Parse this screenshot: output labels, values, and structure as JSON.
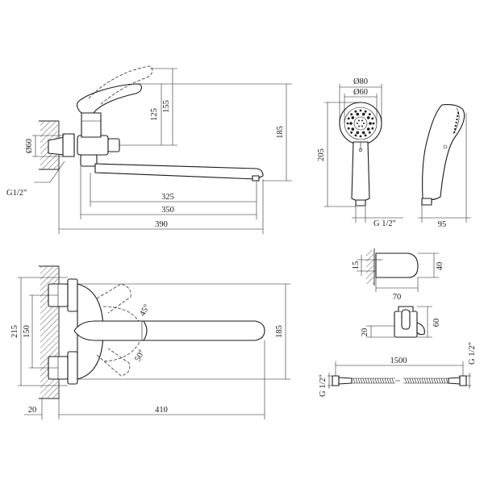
{
  "side_view": {
    "dim_125": "125",
    "dim_155": "155",
    "dim_185": "185",
    "dim_60": "Ø60",
    "thread": "G1/2\"",
    "dim_325": "325",
    "dim_350": "350",
    "dim_390": "390"
  },
  "handshower": {
    "dim_80": "Ø80",
    "dim_60": "Ø60",
    "dim_205": "205",
    "thread": "G 1/2\"",
    "dim_95": "95"
  },
  "wall_holder": {
    "dim_15": "15",
    "dim_40": "40",
    "dim_70": "70"
  },
  "bracket": {
    "dim_20": "20",
    "dim_60": "60"
  },
  "hose": {
    "length": "1500",
    "thread_left": "G 1/2\"",
    "thread_right": "G 1/2\""
  },
  "front_view": {
    "dim_215": "215",
    "dim_150": "150",
    "dim_185": "185",
    "angle_45": "45°",
    "angle_50": "50°",
    "dim_20": "20",
    "dim_410": "410"
  }
}
